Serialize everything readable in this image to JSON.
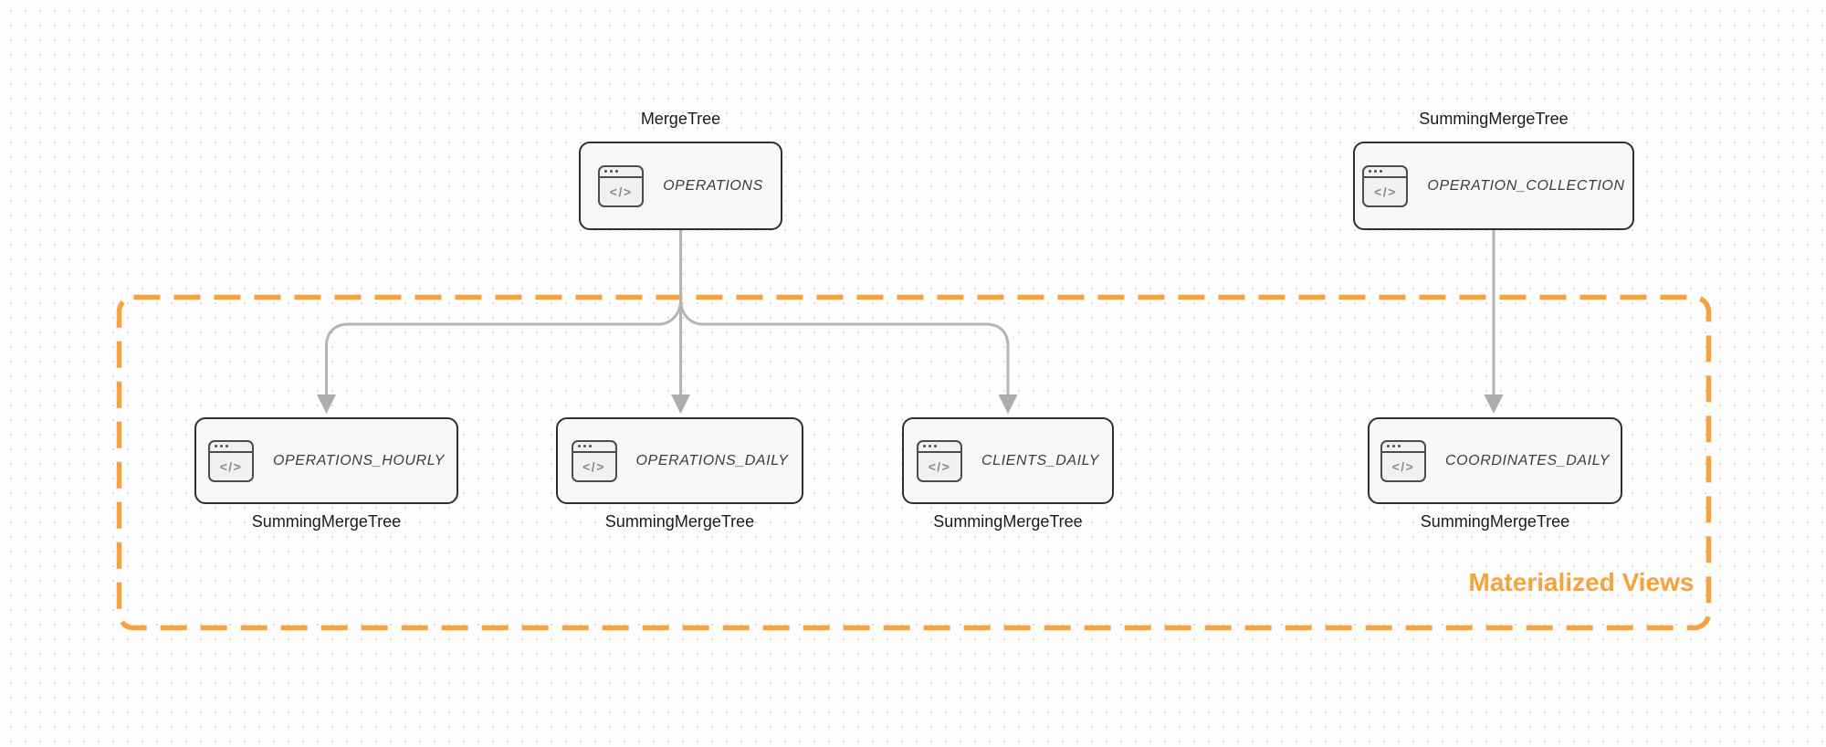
{
  "colors": {
    "accent_orange": "#f7a23c",
    "box_border": "#2f2f2f",
    "box_fill": "#f8f8f7",
    "arrow_gray": "#b4b4b4",
    "label_text": "#1b1b1b",
    "node_text": "#3c3c3c"
  },
  "diagram": {
    "icon_glyph": "</>",
    "source_nodes": [
      {
        "id": "operations",
        "engine_label": "MergeTree",
        "name": "OPERATIONS",
        "icon": "code-window-icon"
      },
      {
        "id": "operation_collection",
        "engine_label": "SummingMergeTree",
        "name": "OPERATION_COLLECTION",
        "icon": "code-window-icon"
      }
    ],
    "materialized_views_group": {
      "label": "Materialized Views",
      "nodes": [
        {
          "id": "operations_hourly",
          "name": "OPERATIONS_HOURLY",
          "engine_label": "SummingMergeTree",
          "icon": "code-window-icon"
        },
        {
          "id": "operations_daily",
          "name": "OPERATIONS_DAILY",
          "engine_label": "SummingMergeTree",
          "icon": "code-window-icon"
        },
        {
          "id": "clients_daily",
          "name": "CLIENTS_DAILY",
          "engine_label": "SummingMergeTree",
          "icon": "code-window-icon"
        },
        {
          "id": "coordinates_daily",
          "name": "COORDINATES_DAILY",
          "engine_label": "SummingMergeTree",
          "icon": "code-window-icon"
        }
      ]
    },
    "edges": [
      {
        "from": "OPERATIONS",
        "to": "OPERATIONS_HOURLY"
      },
      {
        "from": "OPERATIONS",
        "to": "OPERATIONS_DAILY"
      },
      {
        "from": "OPERATIONS",
        "to": "CLIENTS_DAILY"
      },
      {
        "from": "OPERATION_COLLECTION",
        "to": "COORDINATES_DAILY"
      }
    ]
  }
}
